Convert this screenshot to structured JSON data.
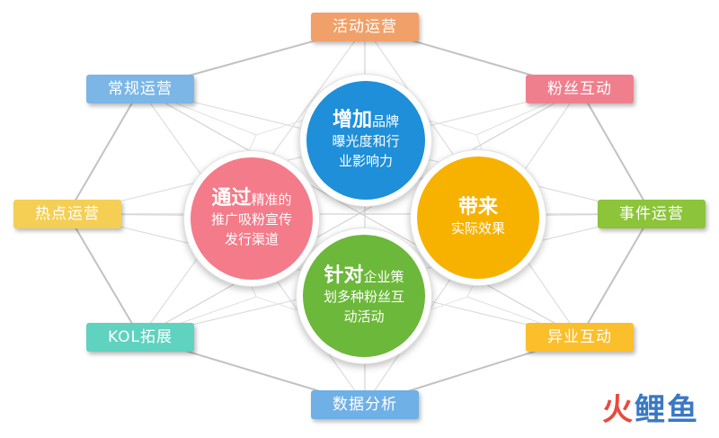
{
  "colors": {
    "orange": "#f0a068",
    "blue": "#7bb6e6",
    "pink": "#f07f8e",
    "yellow": "#f4cf54",
    "green": "#8cc43a",
    "gold": "#fbbf2c",
    "teal": "#5fd2c0",
    "sky": "#6fb0e6",
    "circle_blue": "#1e8fd8",
    "circle_pink": "#f47b89",
    "circle_gold": "#f7b200",
    "circle_green": "#6cb83a"
  },
  "outer_nodes": [
    {
      "label": "活动运营",
      "color": "orange"
    },
    {
      "label": "粉丝互动",
      "color": "pink"
    },
    {
      "label": "事件运营",
      "color": "green"
    },
    {
      "label": "异业互动",
      "color": "gold"
    },
    {
      "label": "数据分析",
      "color": "sky"
    },
    {
      "label": "KOL拓展",
      "color": "teal"
    },
    {
      "label": "热点运营",
      "color": "yellow"
    },
    {
      "label": "常规运营",
      "color": "blue"
    }
  ],
  "circles": [
    {
      "lines": [
        [
          "增加",
          "品牌"
        ],
        [
          "",
          "曝光度和行"
        ],
        [
          "",
          "业影响力"
        ]
      ],
      "color": "circle_blue"
    },
    {
      "lines": [
        [
          "通过",
          "精准的"
        ],
        [
          "",
          "推广吸粉宣传"
        ],
        [
          "",
          "发行渠道"
        ]
      ],
      "color": "circle_pink"
    },
    {
      "lines": [
        [
          "带来",
          ""
        ],
        [
          "",
          "实际效果"
        ]
      ],
      "color": "circle_gold"
    },
    {
      "lines": [
        [
          "针对",
          "企业策"
        ],
        [
          "",
          "划多种粉丝互"
        ],
        [
          "",
          "动活动"
        ]
      ],
      "color": "circle_green"
    }
  ],
  "logo": {
    "mark": "火",
    "text": "鲤鱼"
  }
}
